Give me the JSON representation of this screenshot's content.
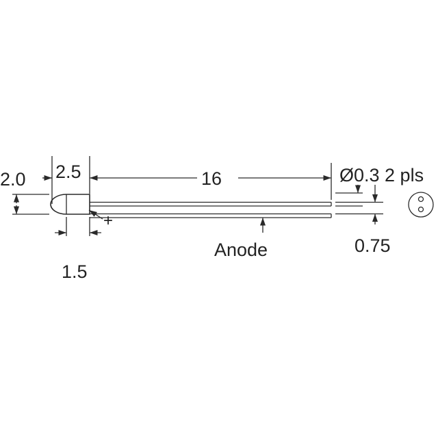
{
  "dimensions": {
    "dome_diameter": "2.0",
    "body_length": "2.5",
    "lead_length": "16",
    "lead_diameter": "Ø0.3 2 pls",
    "lead_spacing": "0.75",
    "dome_length": "1.5"
  },
  "labels": {
    "anode": "Anode",
    "plus": "+"
  },
  "colors": {
    "line": "#2a2a2a",
    "text": "#222222",
    "background": "#ffffff"
  }
}
